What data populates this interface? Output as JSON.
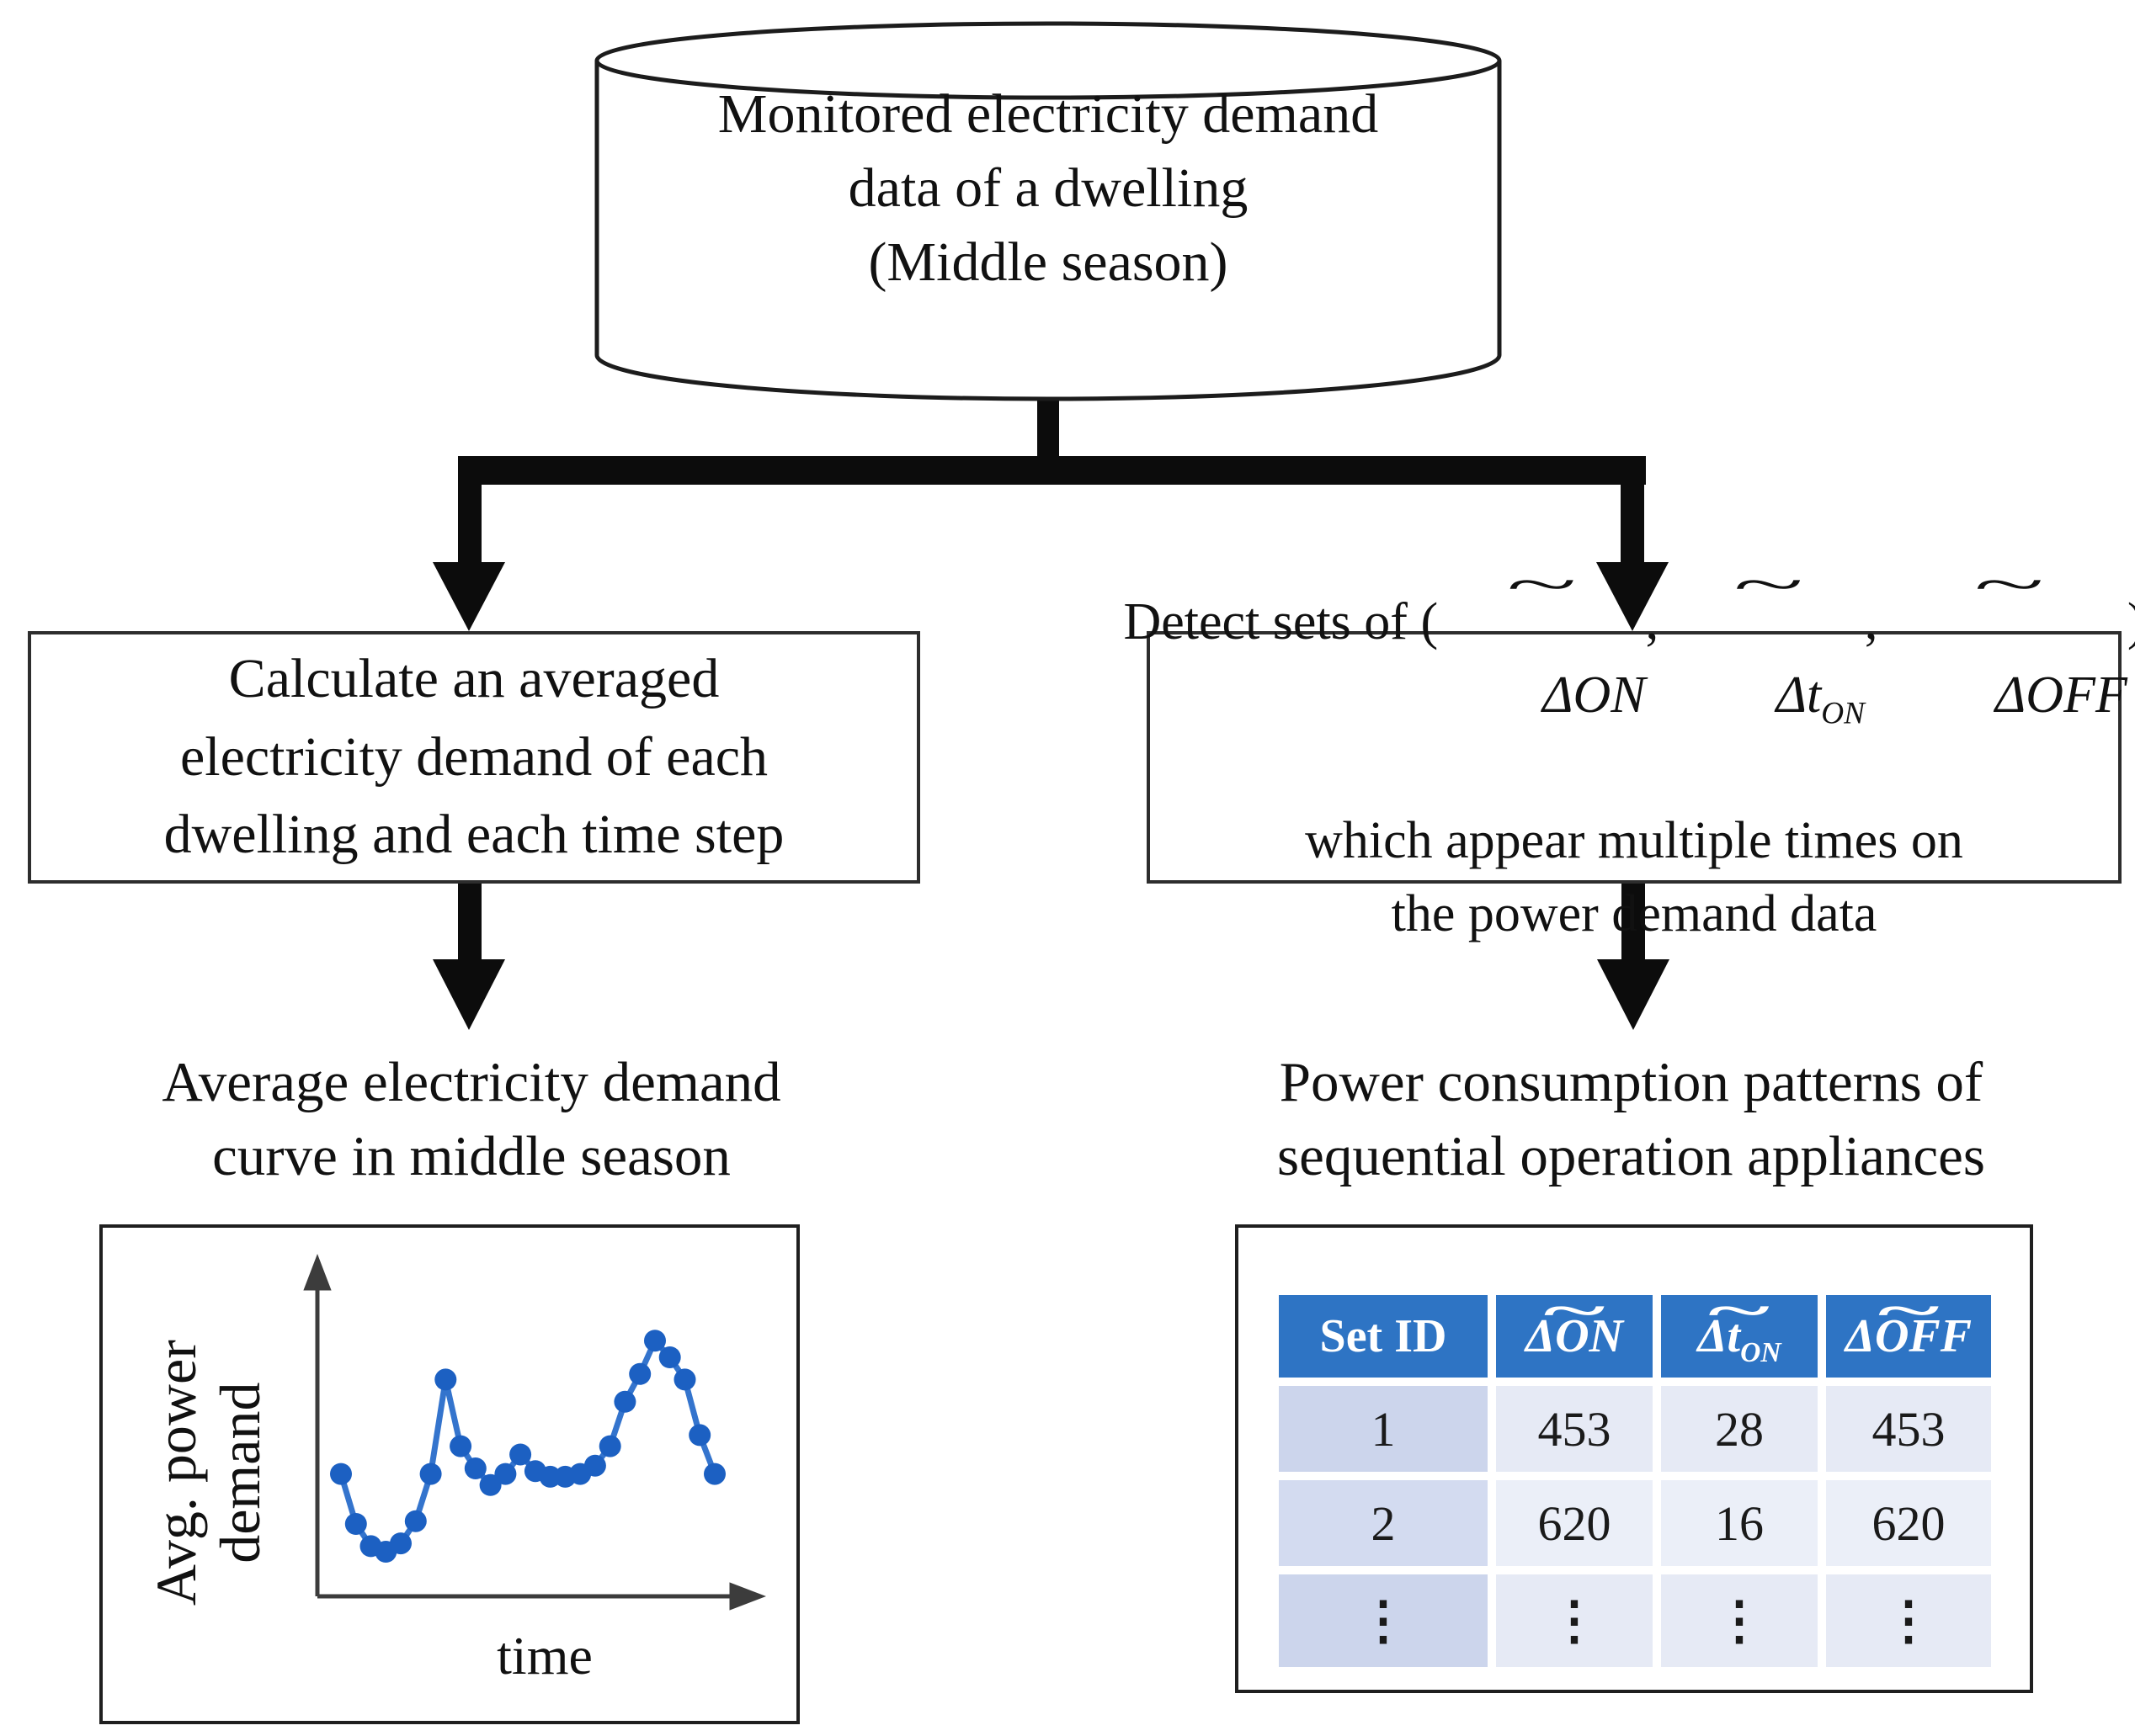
{
  "colors": {
    "ink": "#111111",
    "arrow_black": "#0c0c0c",
    "table_header_bg": "#2e74c4",
    "table_col1_bg": "#ccd5ec",
    "table_cell_bg": "#e6eaf5",
    "chart_line": "#3474cd",
    "chart_marker": "#1c60c2",
    "axis": "#3c3c3c"
  },
  "cylinder": {
    "lines": [
      "Monitored electricity demand",
      "data of a dwelling",
      "(Middle season)"
    ]
  },
  "left_box": {
    "lines": [
      "Calculate an averaged",
      "electricity demand of each",
      "dwelling and each time step"
    ]
  },
  "right_box": {
    "prefix": "Detect sets of (",
    "comma": ", ",
    "suffix": ")",
    "lines": [
      "which appear multiple times on",
      "the power demand data"
    ]
  },
  "math": {
    "tilde": "~",
    "terms": [
      {
        "base": "ΔON",
        "sub": ""
      },
      {
        "base": "Δt",
        "sub": "ON"
      },
      {
        "base": "ΔOFF",
        "sub": ""
      }
    ]
  },
  "left_caption": {
    "line1": "Average electricity demand",
    "line2": "curve in middle season"
  },
  "right_caption": {
    "line1": "Power consumption patterns of",
    "line2": "sequential operation appliances"
  },
  "chart": {
    "ylabel_line1": "Avg. power",
    "ylabel_line2": "demand"
  },
  "chart_data": {
    "type": "line",
    "x": [
      1,
      2,
      3,
      4,
      5,
      6,
      7,
      8,
      9,
      10,
      11,
      12,
      13,
      14,
      15,
      16,
      17,
      18,
      19,
      20,
      21,
      22,
      23,
      24,
      25,
      26
    ],
    "y": [
      0.38,
      0.2,
      0.12,
      0.1,
      0.13,
      0.21,
      0.38,
      0.72,
      0.48,
      0.4,
      0.34,
      0.38,
      0.45,
      0.39,
      0.37,
      0.37,
      0.38,
      0.41,
      0.48,
      0.64,
      0.74,
      0.86,
      0.8,
      0.72,
      0.52,
      0.38
    ],
    "xlabel": "time",
    "ylabel": "Avg. power demand",
    "ylim": [
      0,
      1
    ],
    "ticks": false,
    "grid": false,
    "marker": "circle",
    "legend_position": "none"
  },
  "table": {
    "set_id_header": "Set ID",
    "rows": [
      [
        "1",
        "453",
        "28",
        "453"
      ],
      [
        "2",
        "620",
        "16",
        "620"
      ],
      [
        "⋮",
        "⋮",
        "⋮",
        "⋮"
      ]
    ]
  }
}
